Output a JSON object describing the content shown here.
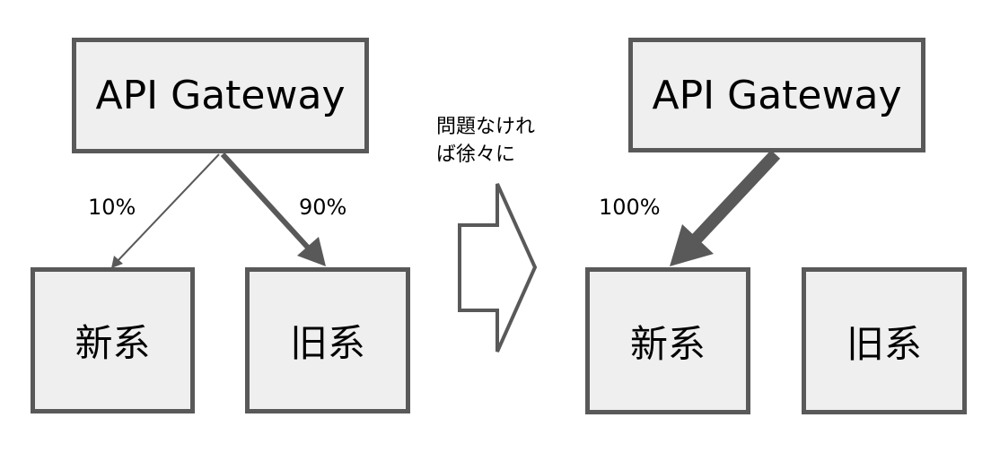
{
  "colors": {
    "box_fill": "#efefef",
    "box_border": "#595959",
    "arrow": "#595959"
  },
  "before": {
    "gateway_label": "API Gateway",
    "new_system_label": "新系",
    "old_system_label": "旧系",
    "new_traffic": "10%",
    "old_traffic": "90%"
  },
  "transition": {
    "caption_line1": "問題なけれ",
    "caption_line2": "ば徐々に",
    "arrow_icon": "block-right-arrow-icon"
  },
  "after": {
    "gateway_label": "API Gateway",
    "new_system_label": "新系",
    "old_system_label": "旧系",
    "new_traffic": "100%"
  }
}
